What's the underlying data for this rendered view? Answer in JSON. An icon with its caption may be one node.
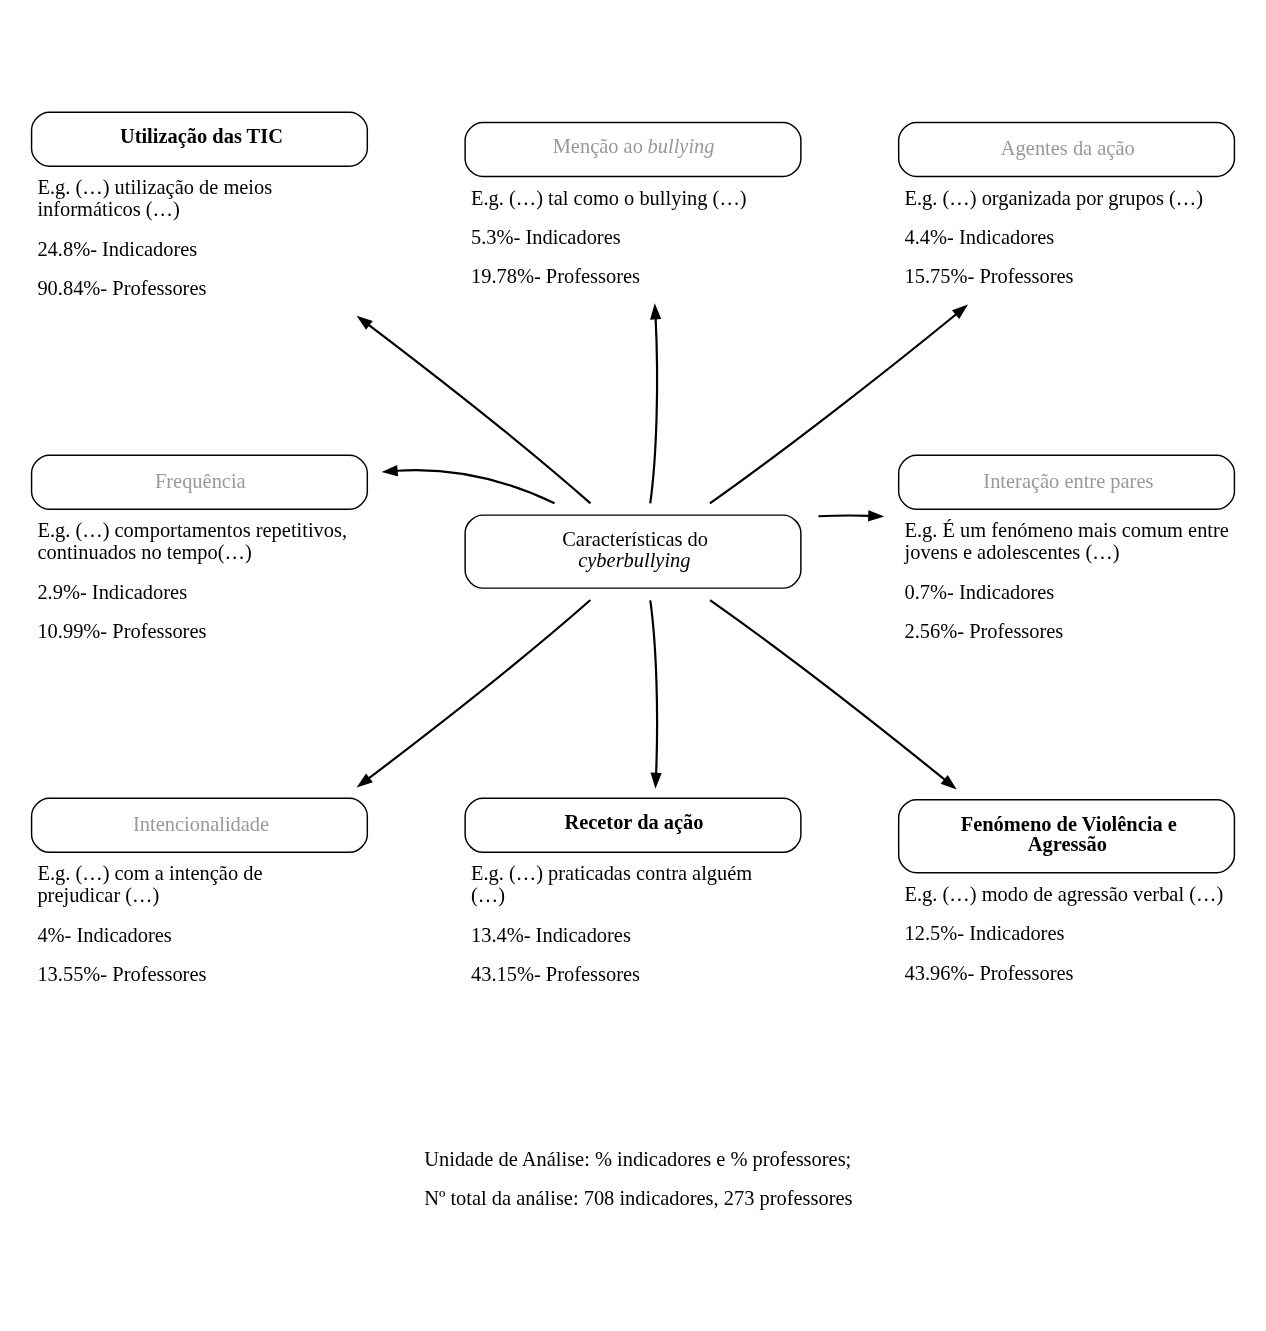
{
  "diagram": {
    "nodes": [
      {
        "text": [
          "Utilização das TIC"
        ],
        "beside": [
          "E.g. (…) utilização de meios informáticos (…)",
          "24.8%- Indicadores",
          "90.84%- Professores"
        ]
      },
      {
        "text": [
          "Menção ao *bullying*"
        ],
        "beside": [
          "E.g. (…) tal como o bullying (…)",
          "5.3%- Indicadores",
          "19.78%- Professores"
        ]
      },
      {
        "text": [
          "Agentes da ação"
        ],
        "beside": [
          "E.g. (…) organizada por grupos (…)",
          "4.4%- Indicadores",
          "15.75%- Professores"
        ]
      },
      {
        "text": [
          "Frequência"
        ],
        "beside": [
          "E.g. (…) comportamentos repetitivos, continuados no tempo(…)",
          "2.9%- Indicadores",
          "10.99%- Professores"
        ]
      },
      {
        "text": [
          "Características do *cyberbullying*"
        ]
      },
      {
        "text": [
          "Interação entre pares"
        ],
        "beside": [
          "E.g. É um fenómeno mais comum entre jovens e adolescentes (…)",
          "0.7%- Indicadores",
          "2.56%- Professores"
        ]
      },
      {
        "text": [
          "Intencionalidade"
        ],
        "beside": [
          "E.g. (…) com a intenção de prejudicar (…)",
          "4%- Indicadores",
          "13.55%- Professores"
        ]
      },
      {
        "text": [
          "Recetor da ação"
        ],
        "beside": [
          "E.g. (…) praticadas contra alguém (…)",
          "13.4%- Indicadores",
          "43.15%- Professores"
        ]
      },
      {
        "text": [
          "Fenómeno de Violência e Agressão"
        ],
        "beside": [
          "E.g. (…) modo de agressão verbal (…)",
          "12.5%- Indicadores",
          "43.96%- Professores"
        ]
      }
    ],
    "edges": [
      {
        "from": 4,
        "to": 0,
        "arrow": "to"
      },
      {
        "from": 4,
        "to": 1,
        "arrow": "to"
      },
      {
        "from": 4,
        "to": 2,
        "arrow": "to"
      },
      {
        "from": 4,
        "to": 3,
        "arrow": "to"
      },
      {
        "from": 4,
        "to": 5,
        "arrow": "to"
      },
      {
        "from": 4,
        "to": 6,
        "arrow": "to"
      },
      {
        "from": 4,
        "to": 7,
        "arrow": "to"
      },
      {
        "from": 4,
        "to": 8,
        "arrow": "to"
      }
    ],
    "labels": [
      "Unidade de Análise: % indicadores e % professores;",
      "Nº total da análise: 708 indicadores, 273 professores"
    ]
  }
}
